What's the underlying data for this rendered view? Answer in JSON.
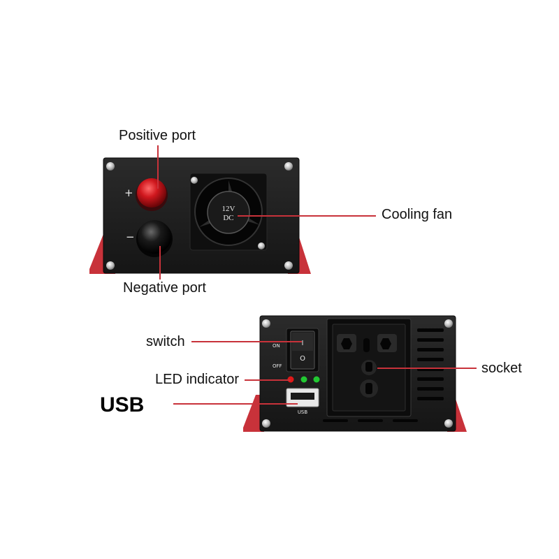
{
  "labels": {
    "positive_port": "Positive port",
    "negative_port": "Negative port",
    "cooling_fan": "Cooling fan",
    "switch": "switch",
    "led_indicator": "LED indicator",
    "usb": "USB",
    "socket": "socket"
  },
  "device_marks": {
    "plus": "+",
    "minus": "−",
    "fan_voltage": "12V",
    "fan_current": "DC",
    "switch_on": "ON",
    "switch_off": "OFF",
    "switch_i": "I",
    "switch_o": "O",
    "usb_port": "USB"
  },
  "colors": {
    "panel": "#1c1c1c",
    "feet": "#c8323a",
    "positive_terminal": "#c8141b",
    "led_red": "#e01818",
    "led_green": "#22c832",
    "leader_line": "#c8323a"
  }
}
